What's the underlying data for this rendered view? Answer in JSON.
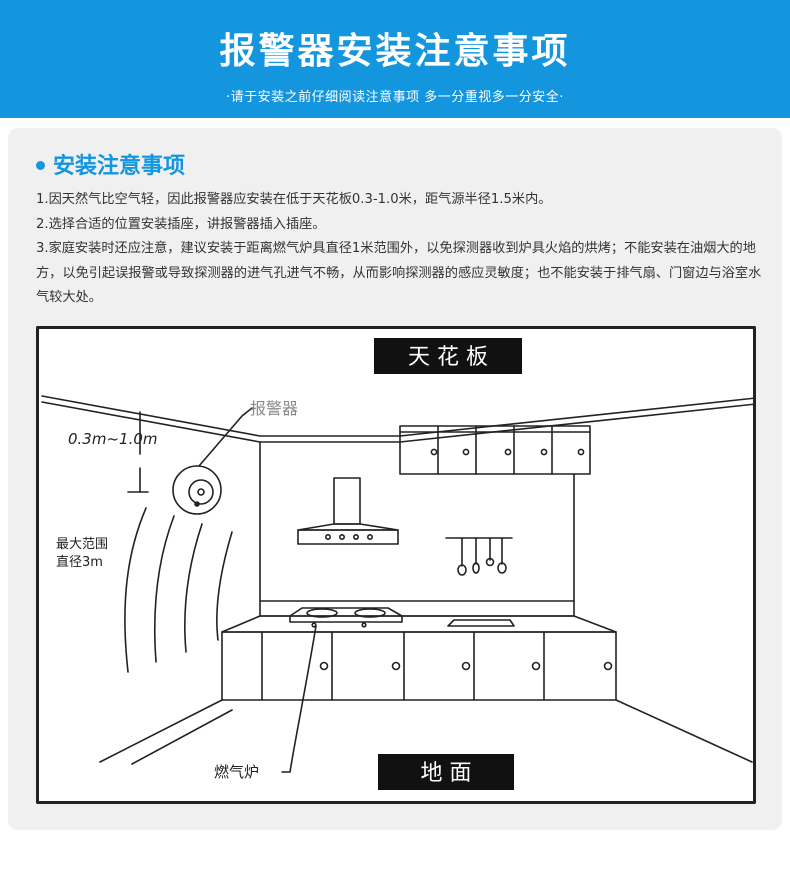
{
  "banner": {
    "title": "报警器安装注意事项",
    "subtitle": "·请于安装之前仔细阅读注意事项 多一分重视多一分安全·"
  },
  "section": {
    "heading": "安装注意事项",
    "notes": [
      "1.因天然气比空气轻，因此报警器应安装在低于天花板0.3-1.0米，距气源半径1.5米内。",
      "2.选择合适的位置安装插座，讲报警器插入插座。",
      "3.家庭安装时还应注意，建议安装于距离燃气炉具直径1米范围外，以免探测器收到炉具火焰的烘烤；不能安装在油烟大的地方，以免引起误报警或导致探测器的进气孔进气不畅，从而影响探测器的感应灵敏度；也不能安装于排气扇、门窗边与浴室水气较大处。"
    ]
  },
  "figure": {
    "ceiling_label": "天 花 板",
    "floor_label": "地   面",
    "alarm_label": "报警器",
    "distance_label": "0.3m~1.0m",
    "range_label_line1": "最大范围",
    "range_label_line2": "直径3m",
    "stove_label": "燃气炉"
  },
  "colors": {
    "banner": "#1496de",
    "accent": "#1496de",
    "card_background": "#f0f0f0",
    "line_art": "#222222"
  }
}
